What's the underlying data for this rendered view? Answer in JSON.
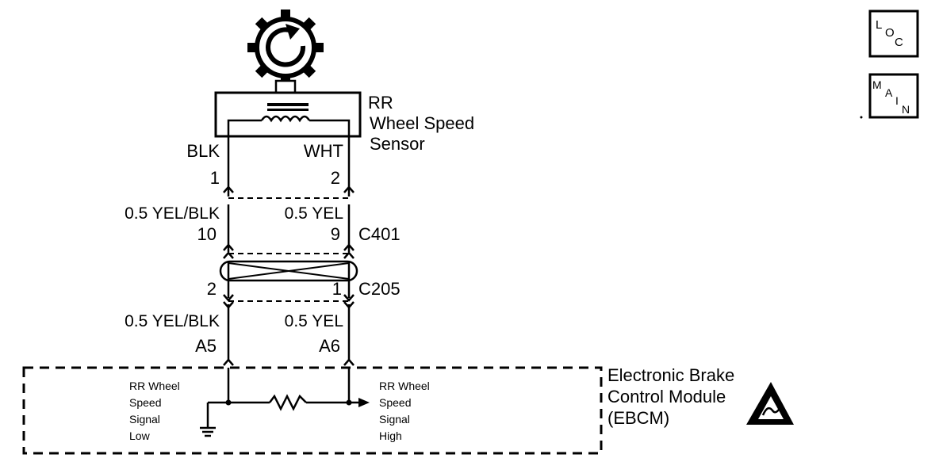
{
  "sensor": {
    "name_line1": "RR",
    "name_line2": "Wheel Speed",
    "name_line3": "Sensor"
  },
  "wires": {
    "left_color": "BLK",
    "right_color": "WHT",
    "left_pin": "1",
    "right_pin": "2",
    "left_wire_1": "0.5 YEL/BLK",
    "right_wire_1": "0.5 YEL",
    "left_pin_c401": "10",
    "right_pin_c401": "9",
    "left_pin_c205": "2",
    "right_pin_c205": "1",
    "left_wire_2": "0.5 YEL/BLK",
    "right_wire_2": "0.5 YEL",
    "left_pin_ebcm": "A5",
    "right_pin_ebcm": "A6"
  },
  "connectors": {
    "c401": "C401",
    "c205": "C205"
  },
  "module": {
    "line1": "Electronic Brake",
    "line2": "Control Module",
    "line3": "(EBCM)",
    "left_signal": [
      "RR Wheel",
      "Speed",
      "Signal",
      "Low"
    ],
    "right_signal": [
      "RR Wheel",
      "Speed",
      "Signal",
      "High"
    ]
  },
  "icons": {
    "loc": {
      "l": "L",
      "o": "O",
      "c": "C"
    },
    "main": {
      "m": "M",
      "a": "A",
      "i": "I",
      "n": "N"
    }
  }
}
